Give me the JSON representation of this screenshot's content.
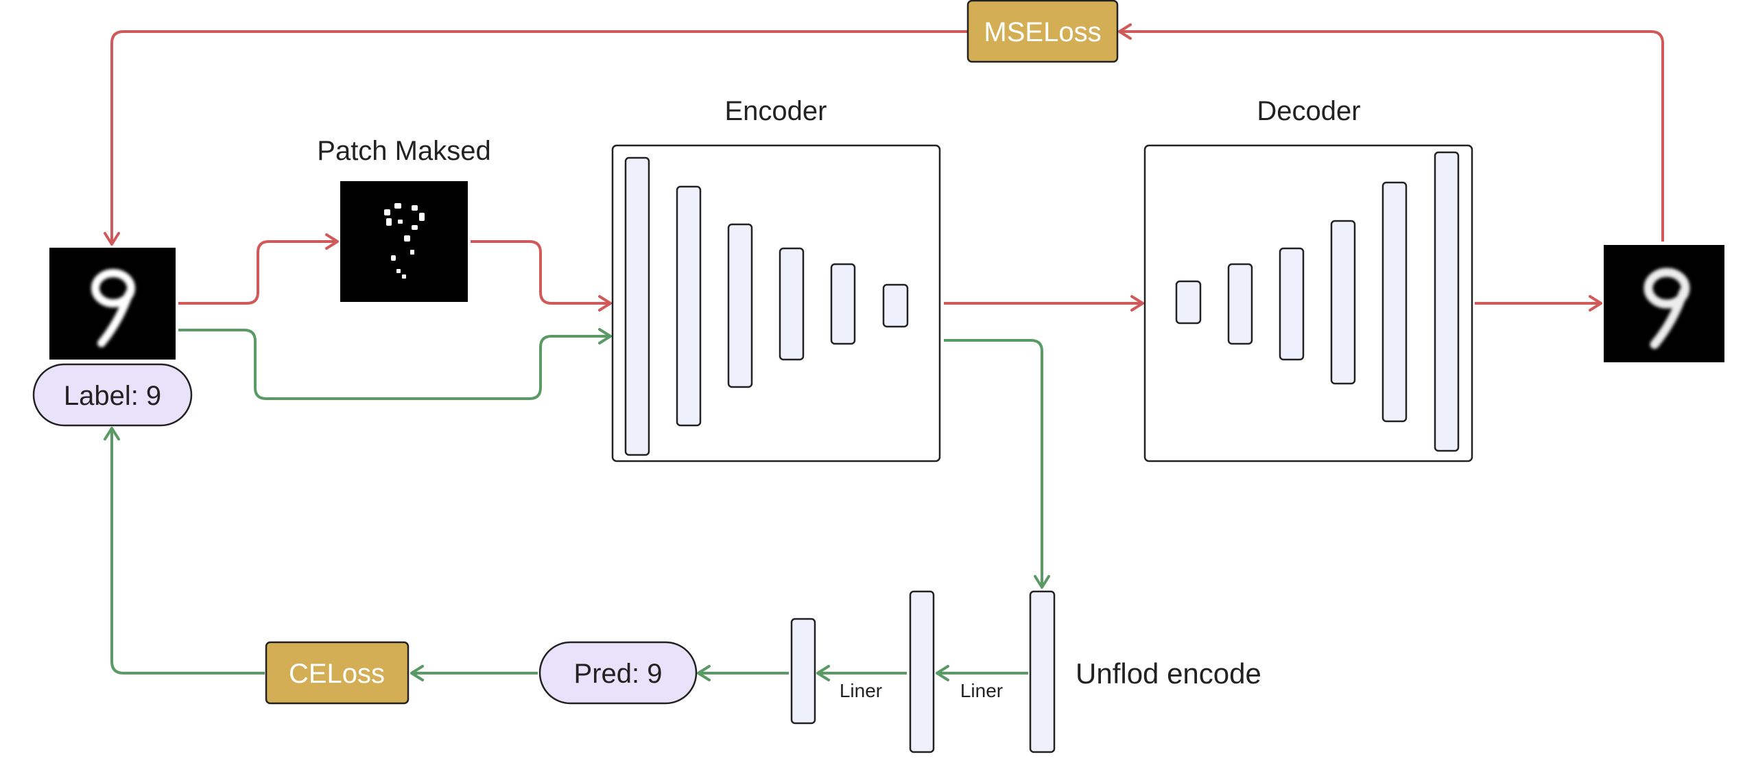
{
  "labels": {
    "patch_masked": "Patch Maksed",
    "encoder": "Encoder",
    "decoder": "Decoder",
    "mse_loss": "MSELoss",
    "ce_loss": "CELoss",
    "label": "Label: 9",
    "pred": "Pred: 9",
    "liner_1": "Liner",
    "liner_2": "Liner",
    "unflod_encode": "Unflod encode"
  },
  "colors": {
    "reconstruction_path": "#d05a5a",
    "classification_path": "#5a9a64",
    "loss_box": "#d4ae55",
    "pill": "#e8e2fa",
    "layer_bar": "#eef0fb"
  }
}
